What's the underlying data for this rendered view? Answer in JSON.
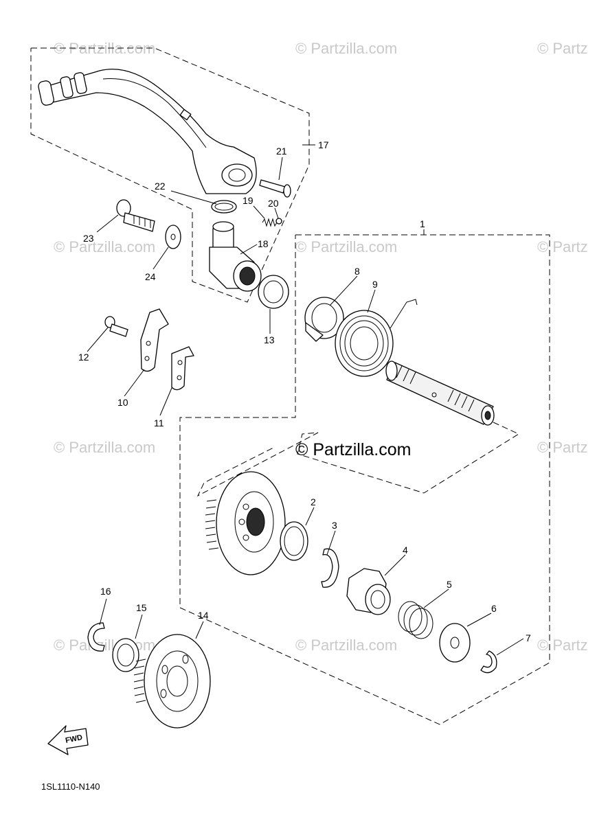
{
  "watermarks": {
    "w1": "© Partzilla.com",
    "w2": "© Partzilla.com",
    "w3": "© Partz",
    "w4": "© Partzilla.com",
    "w5": "© Partzilla.com",
    "w6": "© Partz",
    "w7": "© Partzilla.com",
    "w8": "© Partz",
    "w9": "© Partzilla.com",
    "w10": "© Partzilla.com",
    "w11": "© Partz"
  },
  "copyright": "© Partzilla.com",
  "diagram_code": "1SL1110-N140",
  "fwd_label": "FWD",
  "callouts": {
    "c1": "1",
    "c2": "2",
    "c3": "3",
    "c4": "4",
    "c5": "5",
    "c6": "6",
    "c7": "7",
    "c8": "8",
    "c9": "9",
    "c10": "10",
    "c11": "11",
    "c12": "12",
    "c13": "13",
    "c14": "14",
    "c15": "15",
    "c16": "16",
    "c17": "17",
    "c18": "18",
    "c19": "19",
    "c20": "20",
    "c21": "21",
    "c22": "22",
    "c23": "23",
    "c24": "24"
  },
  "colors": {
    "ink": "#000000",
    "watermark": "#c9c9c9",
    "background": "#ffffff"
  }
}
